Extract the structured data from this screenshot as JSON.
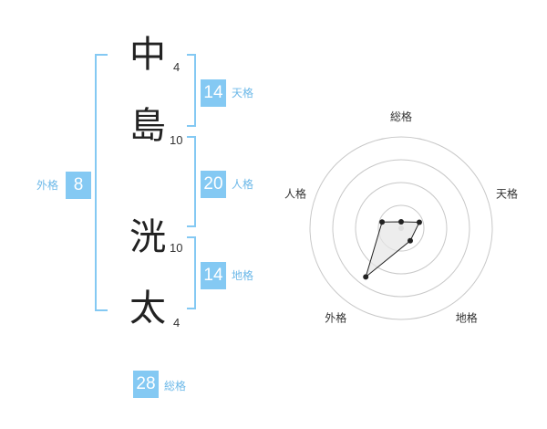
{
  "name": {
    "chars": [
      {
        "char": "中",
        "strokes": "4"
      },
      {
        "char": "島",
        "strokes": "10"
      },
      {
        "char": "洸",
        "strokes": "10"
      },
      {
        "char": "太",
        "strokes": "4"
      }
    ]
  },
  "kakusu": {
    "tenkaku": {
      "value": "14",
      "label": "天格"
    },
    "jinkaku": {
      "value": "20",
      "label": "人格"
    },
    "chikaku": {
      "value": "14",
      "label": "地格"
    },
    "gaikaku": {
      "value": "8",
      "label": "外格"
    },
    "soukaku": {
      "value": "28",
      "label": "総格"
    }
  },
  "colors": {
    "badge": "#84c9f3",
    "bracket": "#84c9f3",
    "label": "#6cb8e8"
  },
  "chart_data": {
    "type": "radar",
    "axes": [
      "総格",
      "天格",
      "地格",
      "外格",
      "人格"
    ],
    "values": [
      0.07,
      0.21,
      0.17,
      0.66,
      0.22
    ],
    "rings": 4,
    "grid": true
  }
}
